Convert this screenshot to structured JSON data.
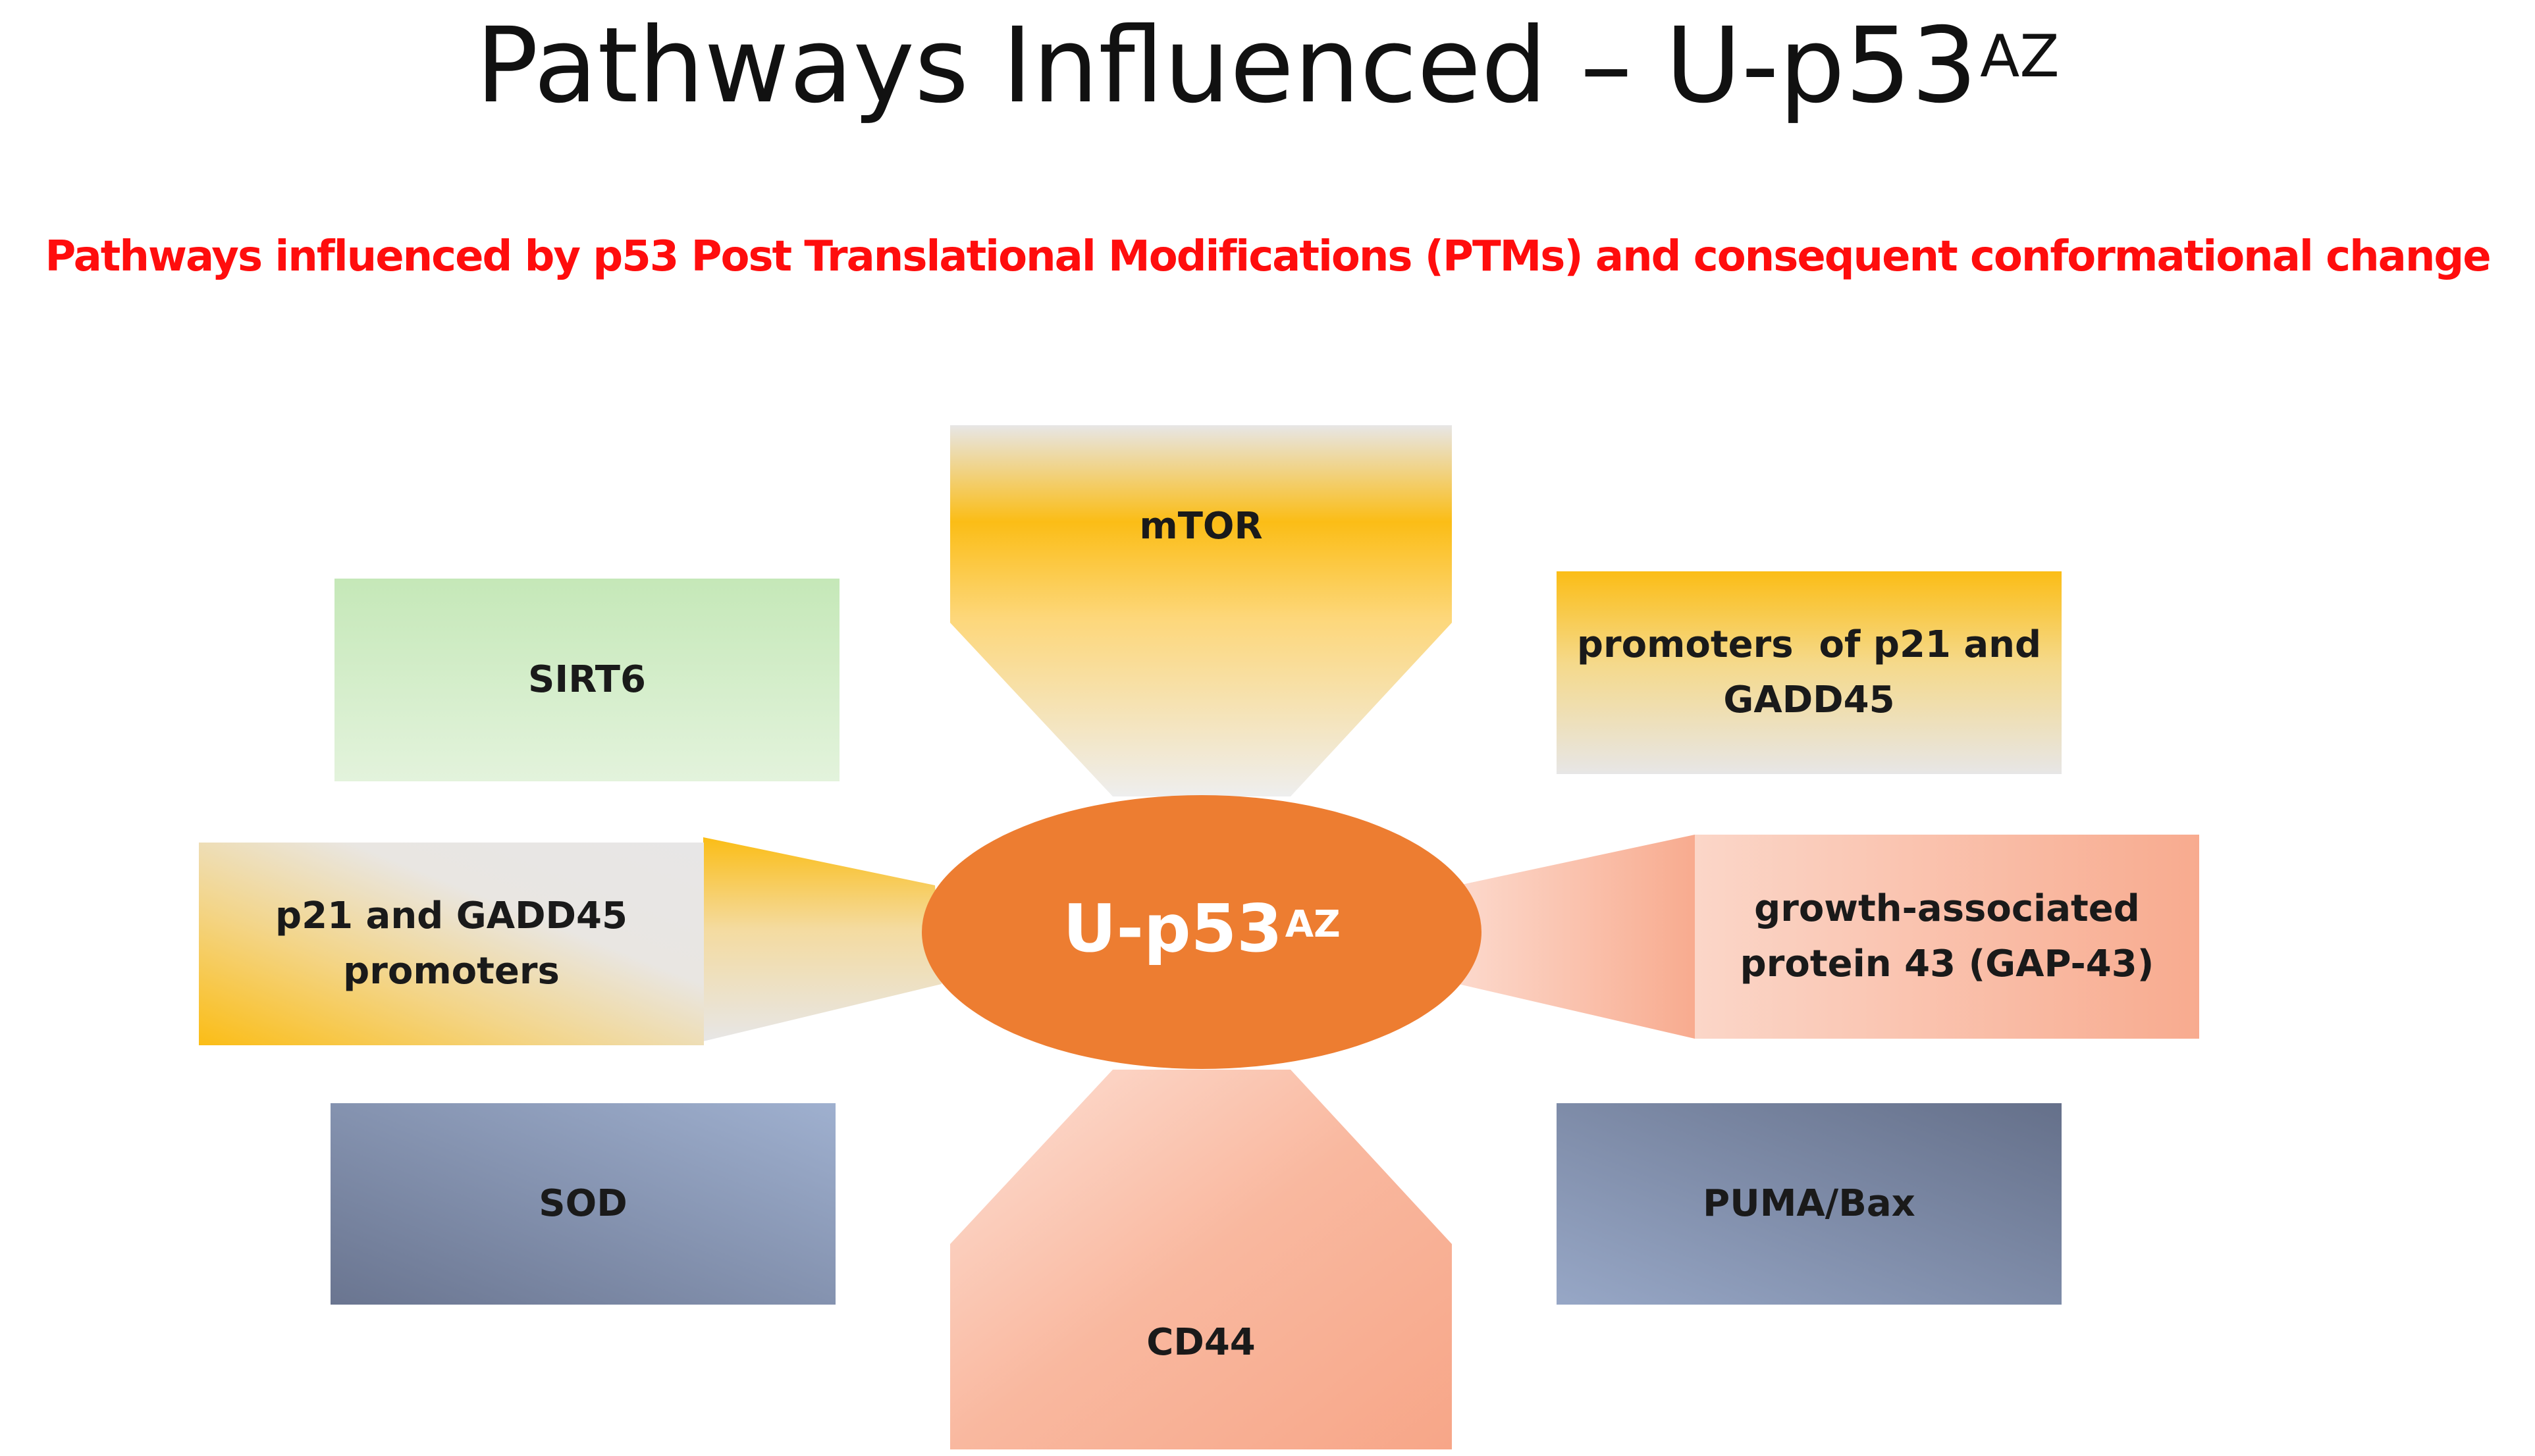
{
  "title": {
    "main": "Pathways Influenced – U-p53",
    "sup": "AZ"
  },
  "subtitle": "Pathways influenced by p53 Post Translational Modifications (PTMs)  and consequent conformational change",
  "center": {
    "main": "U-p53",
    "sup": "AZ"
  },
  "nodes": {
    "mtor": "mTOR",
    "sirt6": "SIRT6",
    "promoters_p21": "promoters  of p21 and GADD45",
    "p21_gadd45": "p21 and GADD45 promoters",
    "gap43": "growth-associated protein 43 (GAP-43)",
    "sod": "SOD",
    "puma_bax": "PUMA/Bax",
    "cd44": "CD44"
  },
  "colors": {
    "center": "#ed7d31",
    "orange": "#fbbd16",
    "light_gray": "#e7e6e6",
    "green": "#c5e8b8",
    "salmon": "#f8ab8f",
    "slate_dark": "#6a7590",
    "slate_light": "#97a7c6",
    "title": "#111111",
    "subtitle": "#ff0d0d"
  }
}
